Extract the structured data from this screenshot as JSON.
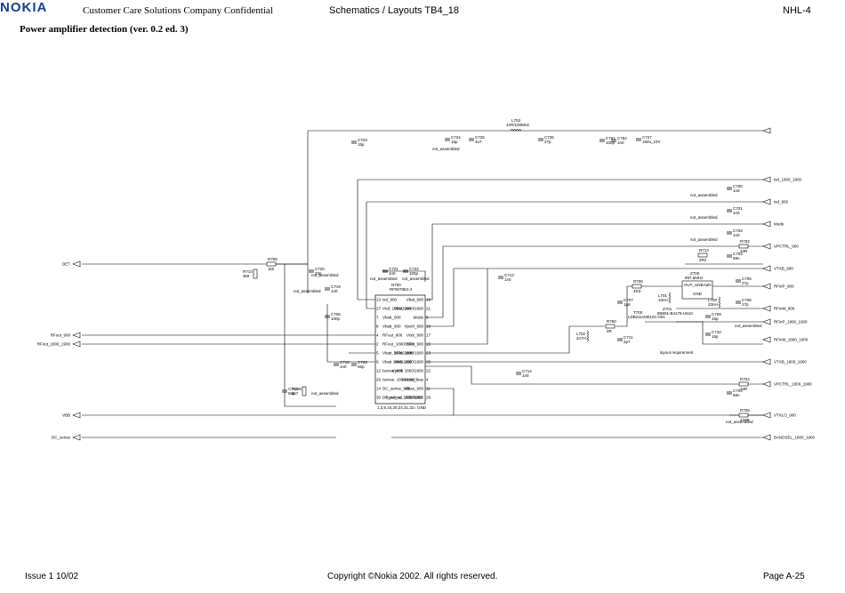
{
  "header": {
    "logo": "NOKIA",
    "left": "Customer Care Solutions  Company Confidential",
    "center": "Schematics / Layouts TB4_18",
    "right": "NHL-4"
  },
  "title": "Power amplifier detection (ver. 0.2 ed. 3)",
  "footer": {
    "left": "Issue 1 10/02",
    "center": "Copyright ©Nokia 2002. All rights reserved.",
    "right": "Page A-25"
  },
  "schematic": {
    "ports_left": [
      "DET",
      "RFout_900",
      "RFout_1800_1900",
      "VBB",
      "DC_sense"
    ],
    "ports_right": [
      "txd_1800_1900",
      "txd_900",
      "Mode",
      "VPCTRL_900",
      "VTXB_900",
      "RFinP_900",
      "RFinM_900",
      "RFinP_1800_1900",
      "RFinM_1800_1900",
      "VTXB_1800_1900",
      "VPCTRL_1800_1900",
      "VTXLO_900",
      "BANDSEL_1800_1900"
    ],
    "components": [
      {
        "ref": "L703",
        "val": "42R/100MHz"
      },
      {
        "ref": "C723",
        "val": "15p"
      },
      {
        "ref": "C724",
        "val": "15p"
      },
      {
        "ref": "C725",
        "val": "4u7"
      },
      {
        "ref": "C726",
        "val": "27p"
      },
      {
        "ref": "C751",
        "val": "100p"
      },
      {
        "ref": "C752",
        "val": "1n0"
      },
      {
        "ref": "C727",
        "val": "150u_10V"
      },
      {
        "ref": "C700",
        "val": "1n0"
      },
      {
        "ref": "C701",
        "val": "1n0"
      },
      {
        "ref": "C702",
        "val": "1n0"
      },
      {
        "ref": "R702",
        "val": "33R"
      },
      {
        "ref": "R713",
        "val": "2R2"
      },
      {
        "ref": "C703",
        "val": "68n"
      },
      {
        "ref": "R708",
        "val": "1k0"
      },
      {
        "ref": "R710",
        "val": "3k9"
      },
      {
        "ref": "C720",
        "val": "33p"
      },
      {
        "ref": "C719",
        "val": "1n0"
      },
      {
        "ref": "C721",
        "val": "1n0"
      },
      {
        "ref": "C722",
        "val": "100p"
      },
      {
        "ref": "C713",
        "val": "1n0"
      },
      {
        "ref": "R706",
        "val": "4R3"
      },
      {
        "ref": "Z700",
        "val": "897.5MHz"
      },
      {
        "ref": "C705",
        "val": "27p"
      },
      {
        "ref": "C706",
        "val": "27p"
      },
      {
        "ref": "C707",
        "val": "1p8"
      },
      {
        "ref": "L701",
        "val": "33nH"
      },
      {
        "ref": "L700",
        "val": "33nH"
      },
      {
        "ref": "C708",
        "val": "100p"
      },
      {
        "ref": "R750",
        "val": "0R"
      },
      {
        "ref": "T700",
        "val": "LDB211G9010C-001"
      },
      {
        "ref": "Z701",
        "val": "B9801-B4179-U510"
      },
      {
        "ref": "C709",
        "val": "15p"
      },
      {
        "ref": "C710",
        "val": "15p"
      },
      {
        "ref": "C711",
        "val": "2p7"
      },
      {
        "ref": "L702",
        "val": "4n7H"
      },
      {
        "ref": "C718",
        "val": "1n0"
      },
      {
        "ref": "C729",
        "val": "56p"
      },
      {
        "ref": "C712",
        "val": "56p"
      },
      {
        "ref": "R709",
        "val": "4k7"
      },
      {
        "ref": "C714",
        "val": "1n0"
      },
      {
        "ref": "R704",
        "val": "33R"
      },
      {
        "ref": "C704",
        "val": "68n"
      },
      {
        "ref": "R705",
        "val": "220R"
      }
    ],
    "ic": {
      "ref": "N700",
      "part": "RF9079E2.4",
      "gnd": "1,3,6,16,20,24,31,32= GND"
    },
    "ic_left_pins": [
      {
        "n": "13",
        "name": "txd_900"
      },
      {
        "n": "27",
        "name": "Vref, 1800/1900"
      },
      {
        "n": "7",
        "name": "Vbatt_900"
      },
      {
        "n": "8",
        "name": "Vbatt_900"
      },
      {
        "n": "4",
        "name": "RFout_900"
      },
      {
        "n": "2",
        "name": "RFout_1800/1900"
      },
      {
        "n": "5",
        "name": "Vbatt, 1800/1900"
      },
      {
        "n": "9",
        "name": "Vbatt 1800/1900"
      },
      {
        "n": "12",
        "name": "Isense_900"
      },
      {
        "n": "26",
        "name": "Isense, 1800/1900"
      },
      {
        "n": "14",
        "name": "DC_sense_900"
      },
      {
        "n": "30",
        "name": "DC_sense, 1800/1900"
      }
    ],
    "ic_right_pins": [
      {
        "n": "18",
        "name": "Vbat_900"
      },
      {
        "n": "21",
        "name": "Vbat, 1800/1900"
      },
      {
        "n": "9",
        "name": "Mode"
      },
      {
        "n": "19",
        "name": "Vpctrl_900"
      },
      {
        "n": "17",
        "name": "Vtxb_900"
      },
      {
        "n": "15",
        "name": "RFin_900"
      },
      {
        "n": "23",
        "name": "RFin, 1800/1900"
      },
      {
        "n": "25",
        "name": "Vtxb, 1800/1900"
      },
      {
        "n": "22",
        "name": "Vpctrl, 1800/1900"
      },
      {
        "n": "4",
        "name": "Isense_bias"
      },
      {
        "n": "11",
        "name": "Vbias_900"
      },
      {
        "n": "29",
        "name": "Band_sel, 1800/1900"
      }
    ],
    "notes": [
      "not_assembled",
      "layout requirement",
      "OUT_UNBAL",
      "IN",
      "GND"
    ]
  }
}
